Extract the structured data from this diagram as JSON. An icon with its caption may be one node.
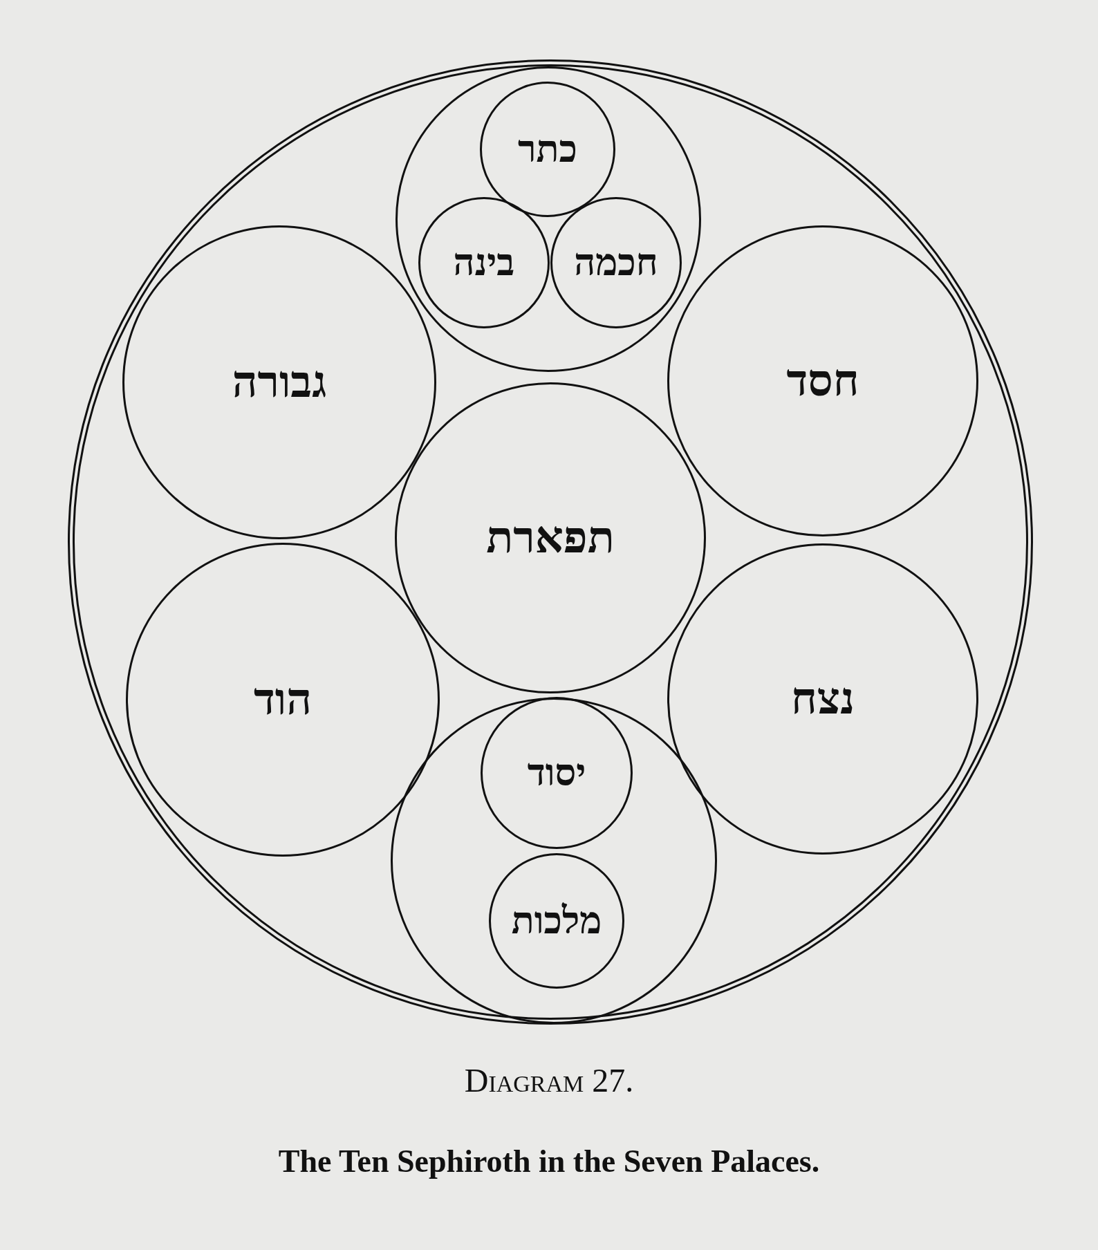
{
  "diagram": {
    "title": "Diagram 27.",
    "caption": "The Ten Sephiroth in the Seven Palaces.",
    "nodes": [
      {
        "text": [],
        "shape": "circle"
      },
      {
        "text": [],
        "shape": "circle",
        "in": 0
      },
      {
        "text": [
          "כתר"
        ],
        "in": 1
      },
      {
        "text": [
          "בינה"
        ],
        "in": 1
      },
      {
        "text": [
          "חכמה"
        ],
        "in": 1
      },
      {
        "text": [
          "גבורה"
        ],
        "in": 0
      },
      {
        "text": [
          "חסד"
        ],
        "in": 0
      },
      {
        "text": [
          "תפארת"
        ],
        "in": 0
      },
      {
        "text": [
          "הוד"
        ],
        "in": 0
      },
      {
        "text": [
          "נצח"
        ],
        "in": 0
      },
      {
        "text": [],
        "shape": "circle",
        "in": 0
      },
      {
        "text": [
          "יסוד"
        ],
        "in": 10
      },
      {
        "text": [
          "מלכות"
        ],
        "in": 10
      }
    ],
    "edges": []
  }
}
